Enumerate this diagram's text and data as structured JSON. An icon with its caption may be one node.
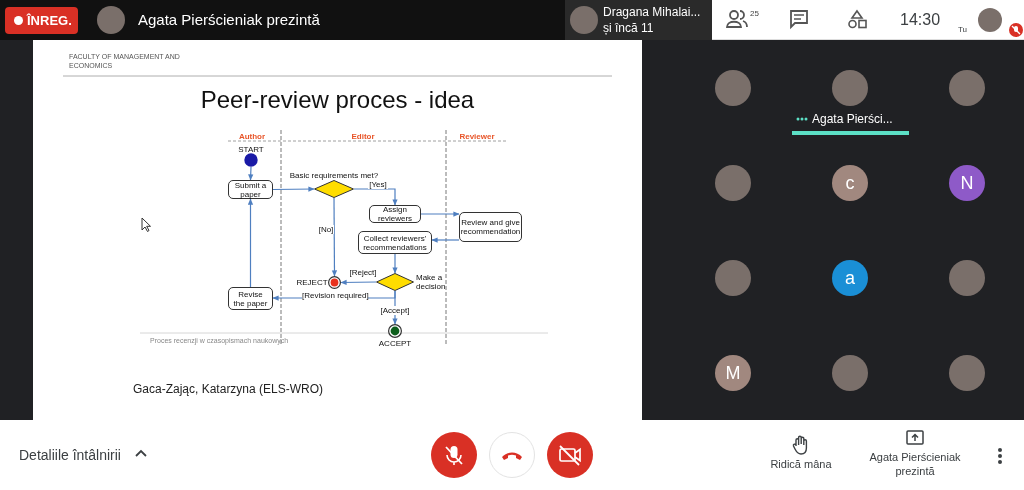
{
  "diagram": {
    "title": "Peer-review proces - idea",
    "nodes": [
      {
        "text": [
          "START"
        ]
      },
      {
        "text": [
          "Submit a paper"
        ]
      },
      {
        "text": [
          "Basic requirements met?"
        ]
      },
      {
        "text": [
          "Assign reviewers"
        ]
      },
      {
        "text": [
          "Review and give recommendation"
        ]
      },
      {
        "text": [
          "Collect reviewers' recommendations"
        ]
      },
      {
        "text": [
          "Make a decision"
        ]
      },
      {
        "text": [
          "REJECT"
        ]
      },
      {
        "text": [
          "Revise the paper"
        ]
      },
      {
        "text": [
          "ACCEPT"
        ]
      }
    ],
    "edges": [
      {
        "from": 0,
        "to": 1,
        "arrow": "to"
      },
      {
        "from": 1,
        "to": 2,
        "arrow": "to"
      },
      {
        "from": 2,
        "to": 3,
        "arrow": "to",
        "label": "[Yes]"
      },
      {
        "from": 2,
        "to": 7,
        "arrow": "to",
        "label": "[No]"
      },
      {
        "from": 3,
        "to": 4,
        "arrow": "to"
      },
      {
        "from": 4,
        "to": 5,
        "arrow": "to"
      },
      {
        "from": 5,
        "to": 6,
        "arrow": "to"
      },
      {
        "from": 6,
        "to": 7,
        "arrow": "to",
        "label": "[Reject]"
      },
      {
        "from": 6,
        "to": 8,
        "arrow": "to",
        "label": "[Revision required]"
      },
      {
        "from": 6,
        "to": 9,
        "arrow": "to",
        "label": "[Accept]"
      },
      {
        "from": 8,
        "to": 1,
        "arrow": "to"
      }
    ],
    "labels": [
      "ÎNREG.",
      "Agata Pierścieniak prezintă",
      "Dragana Mihalai...",
      "și încă 11",
      "25",
      "14:30",
      "Tu",
      "FACULTY OF MANAGEMENT AND ECONOMICS",
      "Author",
      "Editor",
      "Reviewer",
      "Proces recenzji w czasopismach naukowych",
      "Gaca-Zając, Katarzyna (ELS-WRO)",
      "Agata Pierści...",
      "c",
      "N",
      "a",
      "M",
      "Detaliile întâlnirii",
      "Ridică mâna",
      "Agata Pierścieniak prezintă"
    ]
  }
}
